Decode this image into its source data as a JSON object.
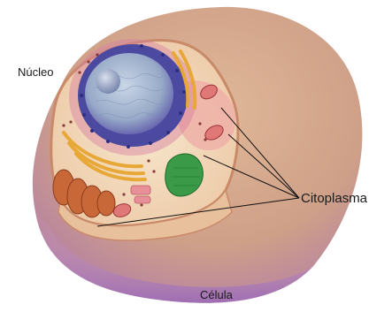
{
  "labels": {
    "nucleus": "Núcleo",
    "cytoplasm": "Citoplasma",
    "cell": "Célula"
  },
  "colors": {
    "membrane_outer": "#c89878",
    "membrane_lower": "#a878b0",
    "cytoplasm_fill": "#f3dcc0",
    "nucleus_envelope": "#4b4aa0",
    "nucleoplasm": "#9ab0c8",
    "nucleolus": "#8090b0",
    "golgi": "#e8a838",
    "mitochondria": "#c86838",
    "chloroplast_like": "#3a9a48",
    "er_pink": "#e89098",
    "leader_line": "#111111"
  }
}
